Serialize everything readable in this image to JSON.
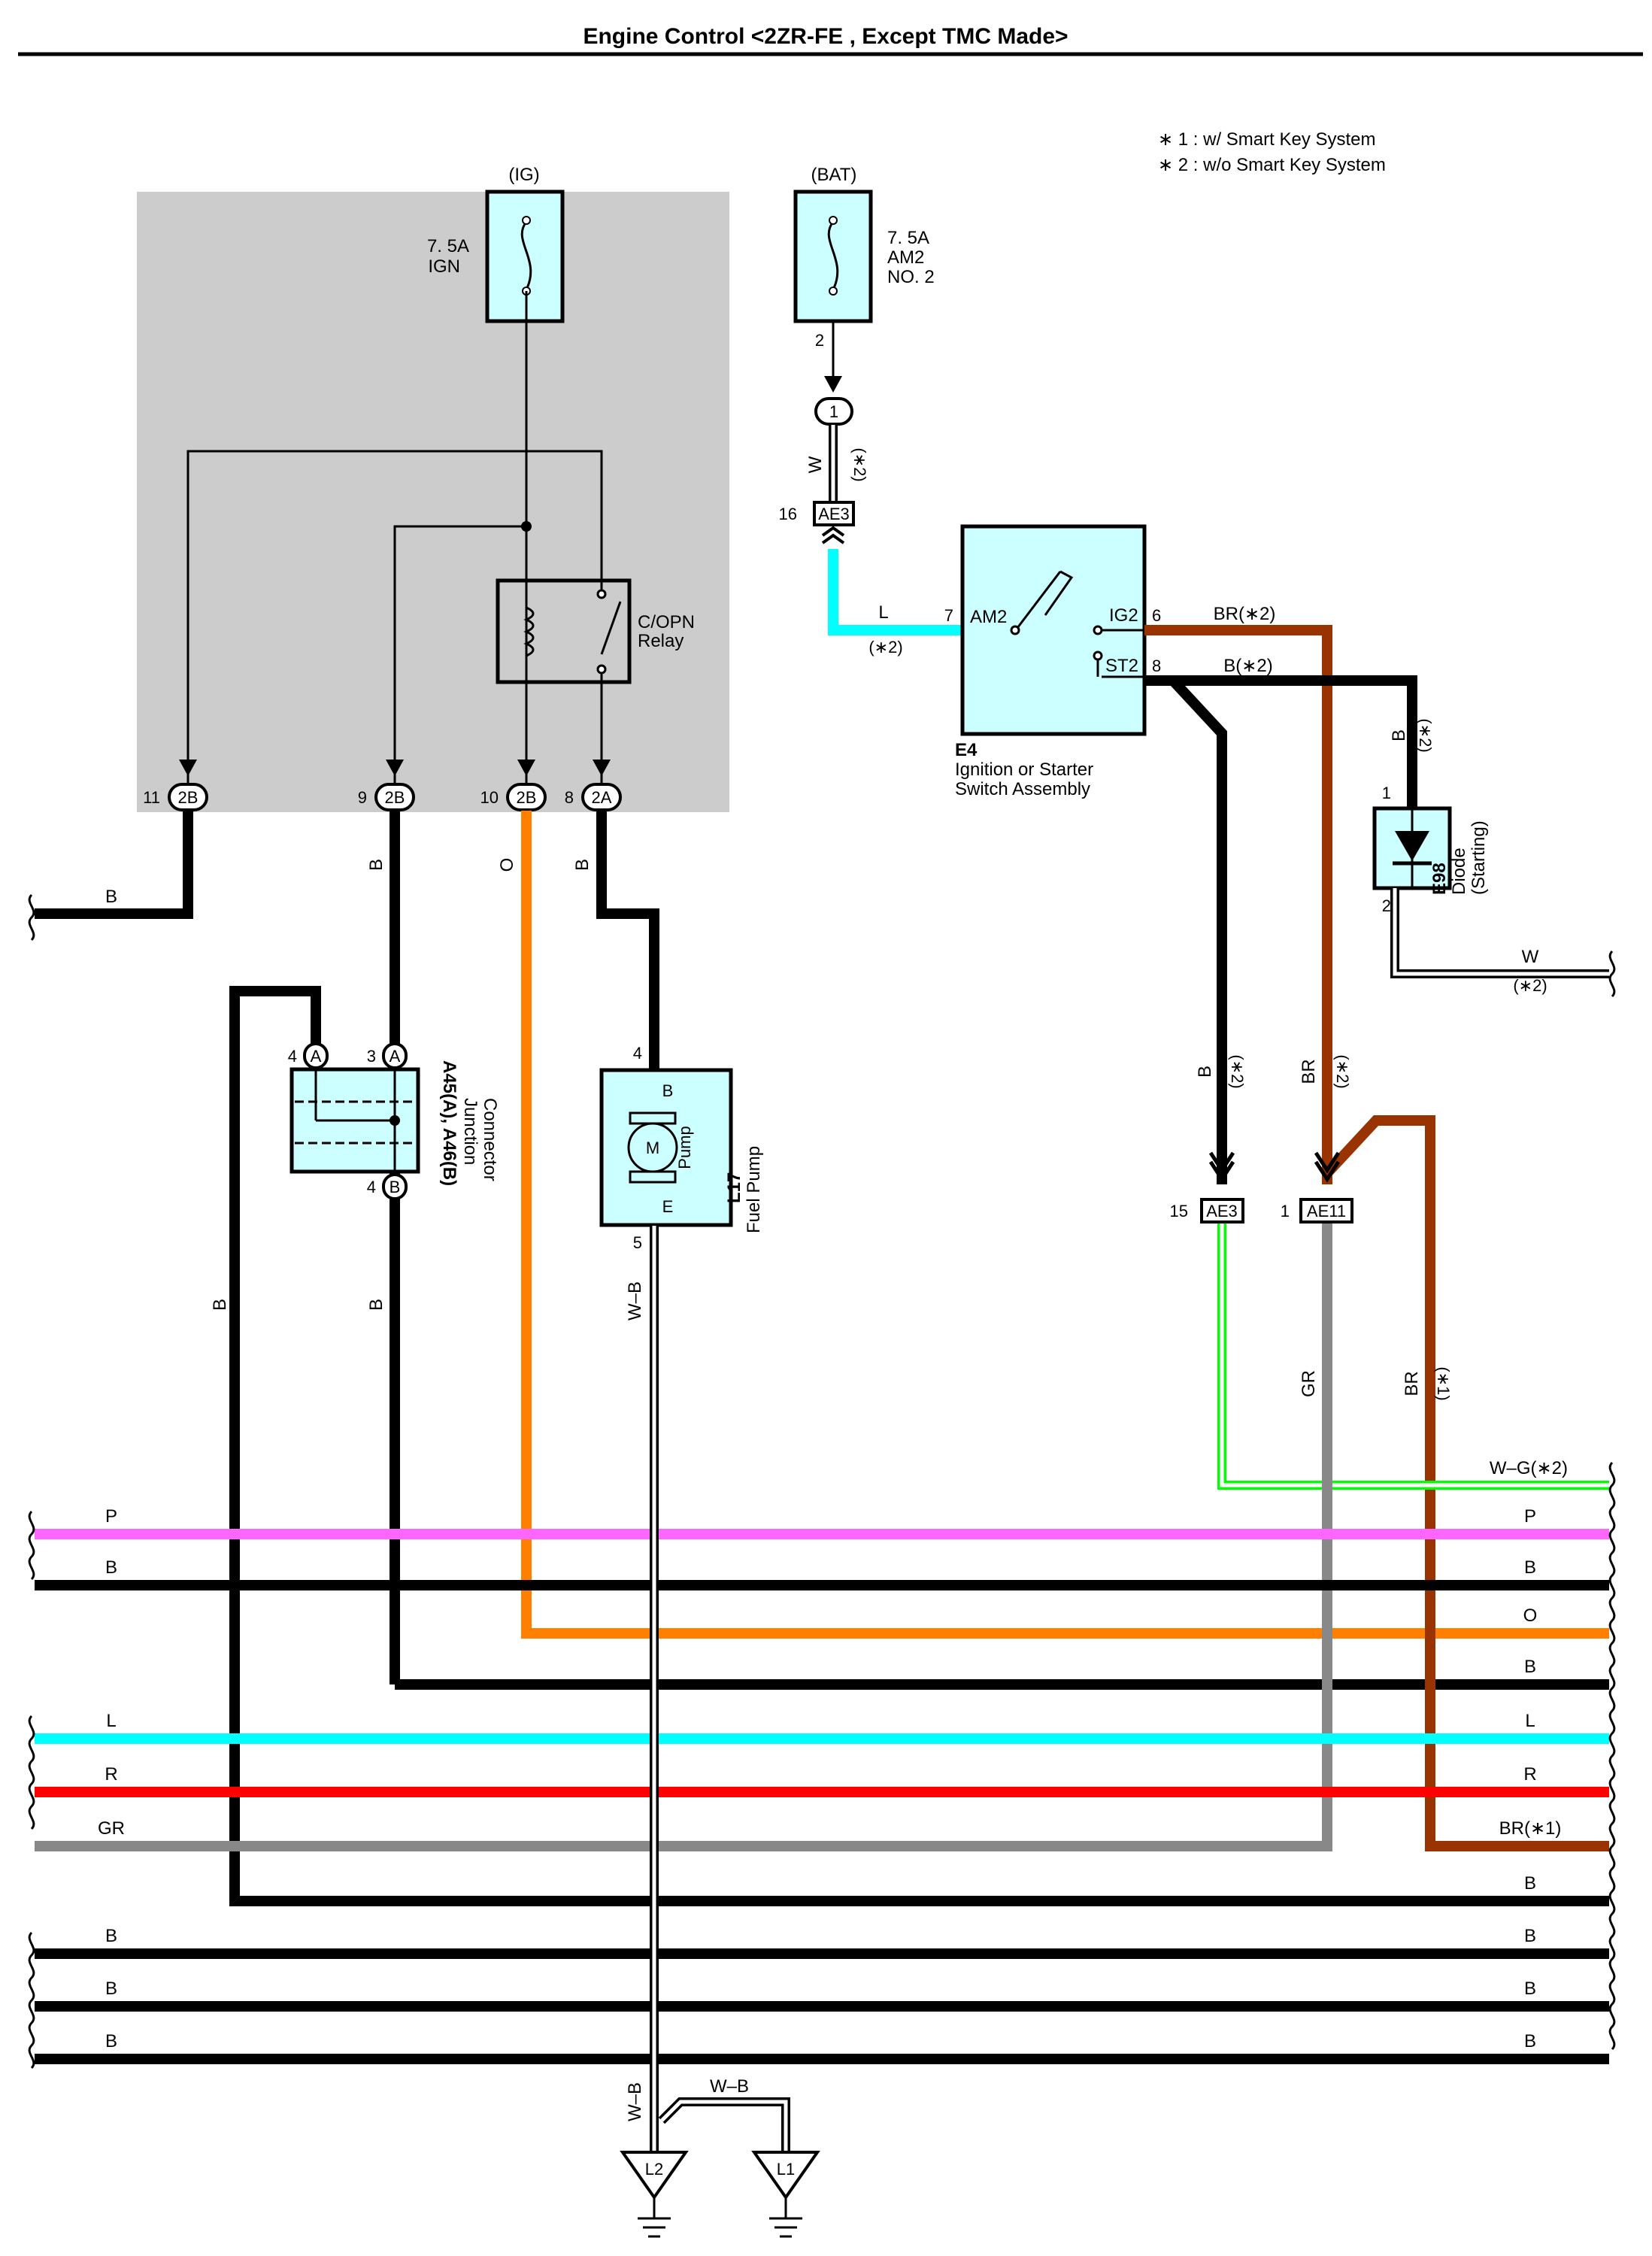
{
  "title": "Engine Control <2ZR-FE , Except TMC Made>",
  "notes": [
    "∗ 1 : w/ Smart Key System",
    "∗ 2 : w/o Smart Key System"
  ],
  "fuses": {
    "ig": {
      "source": "(IG)",
      "rating": "7. 5A",
      "name": "IGN"
    },
    "bat": {
      "source": "(BAT)",
      "rating": "7. 5A",
      "name1": "AM2",
      "name2": "NO. 2",
      "pin": "2"
    }
  },
  "relay": {
    "name1": "C/OPN",
    "name2": "Relay"
  },
  "jb_pins": [
    {
      "pin": "11",
      "conn": "2B",
      "wire": "B"
    },
    {
      "pin": "9",
      "conn": "2B",
      "wire": "B"
    },
    {
      "pin": "10",
      "conn": "2B",
      "wire": "O"
    },
    {
      "pin": "8",
      "conn": "2A",
      "wire": "B"
    }
  ],
  "connector_1": {
    "label": "1",
    "wire": "W",
    "note": "(∗2)"
  },
  "ae3_top": {
    "pin": "16",
    "label": "AE3"
  },
  "e4": {
    "id": "E4",
    "name1": "Ignition or Starter",
    "name2": "Switch Assembly",
    "am2": "AM2",
    "ig2": "IG2",
    "st2": "ST2",
    "pin_am2": "7",
    "pin_ig2": "6",
    "pin_st2": "8",
    "wire_l": "L",
    "wire_l_note": "(∗2)",
    "wire_br": "BR(∗2)",
    "wire_b": "B(∗2)"
  },
  "e98": {
    "id": "E98",
    "name1": "Diode",
    "name2": "(Starting)",
    "pin1": "1",
    "pin2": "2",
    "wire_in": "B",
    "wire_in_note": "(∗2)",
    "wire_out": "W",
    "wire_out_note": "(∗2)"
  },
  "junction": {
    "id": "A45(A), A46(B)",
    "name1": "Junction",
    "name2": "Connector",
    "pin4a": "4",
    "pin3a": "3",
    "pin4b": "4",
    "conn_a": "A",
    "conn_b": "B"
  },
  "fuel_pump": {
    "id": "L17",
    "name": "Fuel Pump",
    "motor": "M",
    "pump": "Pump",
    "term_b": "B",
    "term_e": "E",
    "pin4": "4",
    "pin5": "5",
    "wire_wb": "W–B"
  },
  "ae3_low": {
    "pin": "15",
    "label": "AE3",
    "wire": "B",
    "note": "(∗2)"
  },
  "ae11": {
    "pin": "1",
    "label": "AE11",
    "wire": "BR",
    "note": "(∗2)"
  },
  "vertical_labels": {
    "b_left": "B",
    "b_mid": "B",
    "gr": "GR",
    "br1": "BR",
    "br1_note": "(∗1)",
    "wg": "W–G(∗2)"
  },
  "bus_left": [
    "P",
    "B",
    "L",
    "R",
    "GR",
    "B",
    "B",
    "B"
  ],
  "bus_right": [
    "P",
    "B",
    "O",
    "B",
    "L",
    "R",
    "BR(∗1)",
    "B",
    "B",
    "B",
    "B"
  ],
  "grounds": {
    "l2": "L2",
    "l1": "L1",
    "wire_wb": "W–B"
  },
  "colors": {
    "black": "#000000",
    "orange": "#ff8000",
    "cyan": "#00ffff",
    "brown": "#993300",
    "pink": "#ff66ff",
    "red": "#ff0000",
    "gray": "#888888",
    "green": "#00ff00",
    "component_fill": "#ccffff",
    "shaded_box": "#cccccc"
  }
}
